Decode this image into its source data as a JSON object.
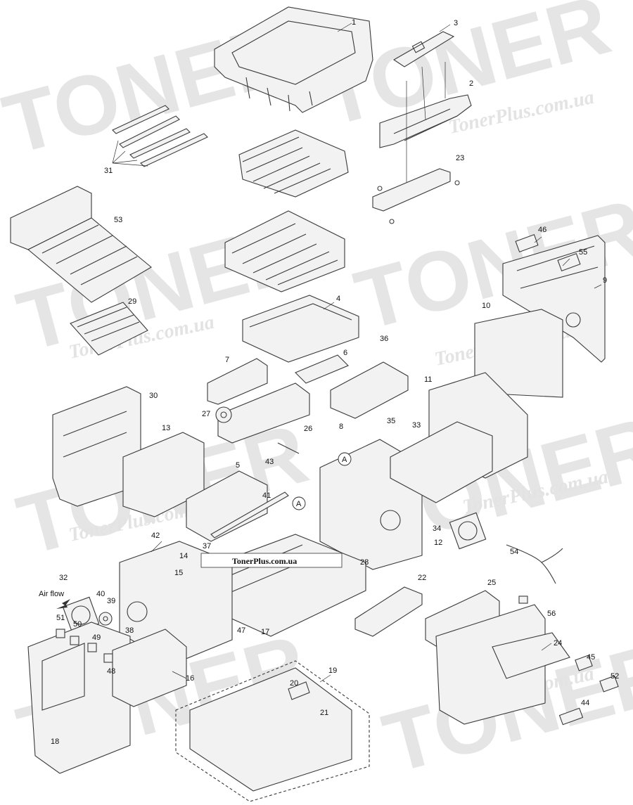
{
  "watermark": {
    "brand": "TONER",
    "site": "TonerPlus.com.ua"
  },
  "caption_box": "TonerPlus.com.ua",
  "air_flow_label": "Air flow",
  "section_tags": [
    "A",
    "A"
  ],
  "callouts": [
    "1",
    "2",
    "3",
    "4",
    "5",
    "6",
    "7",
    "8",
    "9",
    "10",
    "11",
    "12",
    "13",
    "14",
    "15",
    "16",
    "17",
    "18",
    "19",
    "20",
    "21",
    "22",
    "23",
    "24",
    "25",
    "26",
    "27",
    "28",
    "29",
    "30",
    "31",
    "32",
    "33",
    "34",
    "35",
    "36",
    "37",
    "38",
    "39",
    "40",
    "41",
    "42",
    "43",
    "44",
    "45",
    "46",
    "47",
    "48",
    "49",
    "50",
    "51",
    "52",
    "53",
    "54",
    "55",
    "56"
  ]
}
